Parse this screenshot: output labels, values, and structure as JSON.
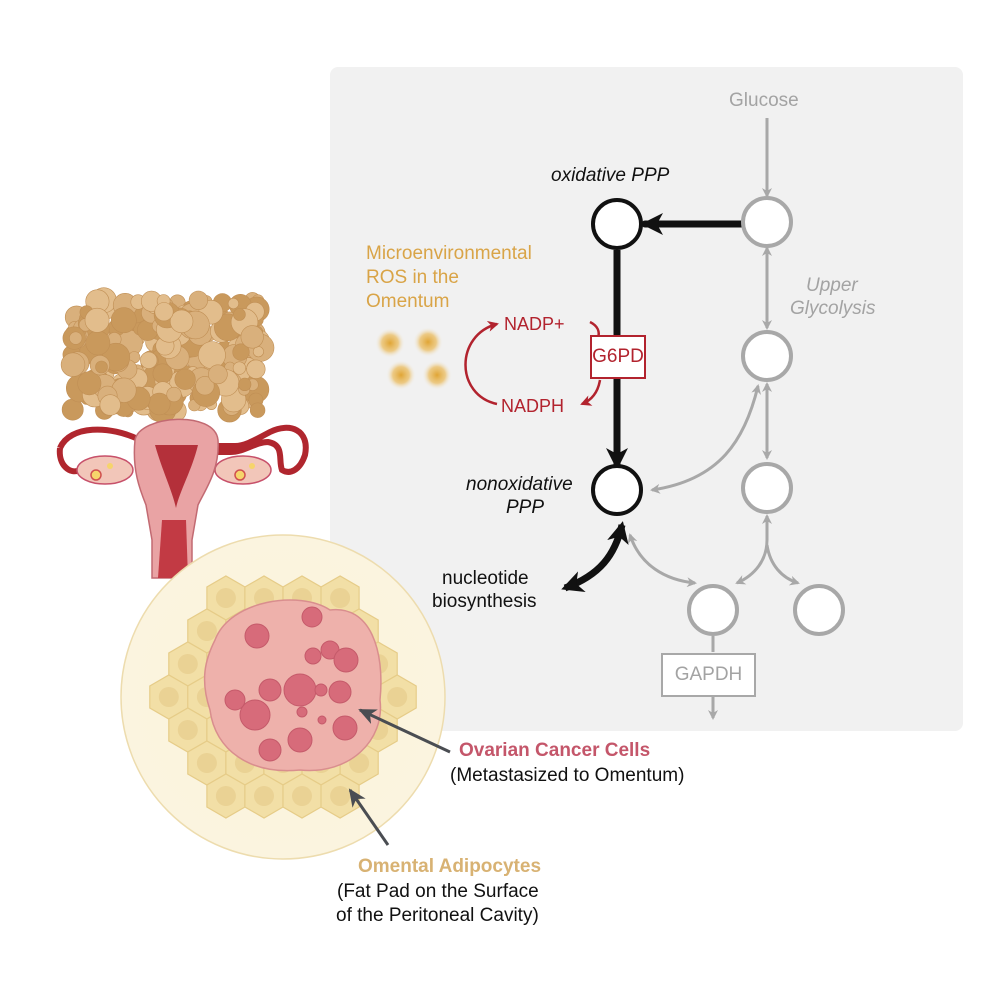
{
  "pathway": {
    "glucose": "Glucose",
    "oxidative_ppp": "oxidative PPP",
    "upper_glycolysis_line1": "Upper",
    "upper_glycolysis_line2": "Glycolysis",
    "nonoxidative_line1": "nonoxidative",
    "nonoxidative_line2": "PPP",
    "nucleotide_line1": "nucleotide",
    "nucleotide_line2": "biosynthesis",
    "gapdh": "GAPDH",
    "g6pd": "G6PD",
    "nadp_plus": "NADP+",
    "nadph": "NADPH"
  },
  "ros": {
    "line1": "Microenvironmental",
    "line2": "ROS in the",
    "line3": "Omentum"
  },
  "labels": {
    "cancer_title": "Ovarian Cancer Cells",
    "cancer_sub": "(Metastasized to Omentum)",
    "adipocytes_title": "Omental Adipocytes",
    "adipocytes_sub1": "(Fat Pad on the Surface",
    "adipocytes_sub2": "of the Peritoneal Cavity)"
  },
  "colors": {
    "active": "#111111",
    "inactive": "#a8a8a8",
    "enzyme_red": "#b2232e",
    "ros_gold": "#d9a447",
    "cancer_pink": "#c4566a",
    "adipocyte_tan": "#d8b273"
  }
}
